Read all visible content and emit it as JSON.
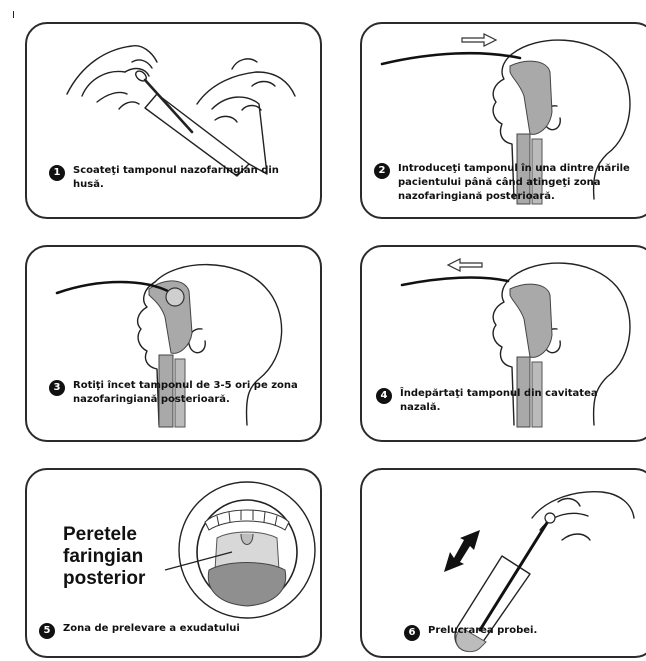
{
  "steps": [
    {
      "number": "1",
      "caption": "Scoateţi tamponul nazofaringian din husă."
    },
    {
      "number": "2",
      "caption": "Introduceţi tamponul în una dintre nările pacientului până când atingeţi zona nazofaringiană posterioară."
    },
    {
      "number": "3",
      "caption": "Rotiţi încet tamponul de 3-5 ori pe zona nazofaringiană posterioară."
    },
    {
      "number": "4",
      "caption": "Îndepărtaţi tamponul din cavitatea nazală."
    },
    {
      "number": "5",
      "caption": "Zona de prelevare a exudatului"
    },
    {
      "number": "6",
      "caption": "Prelucrarea probei."
    }
  ],
  "step5_label": {
    "line1": "Peretele",
    "line2": "faringian",
    "line3": "posterior"
  }
}
